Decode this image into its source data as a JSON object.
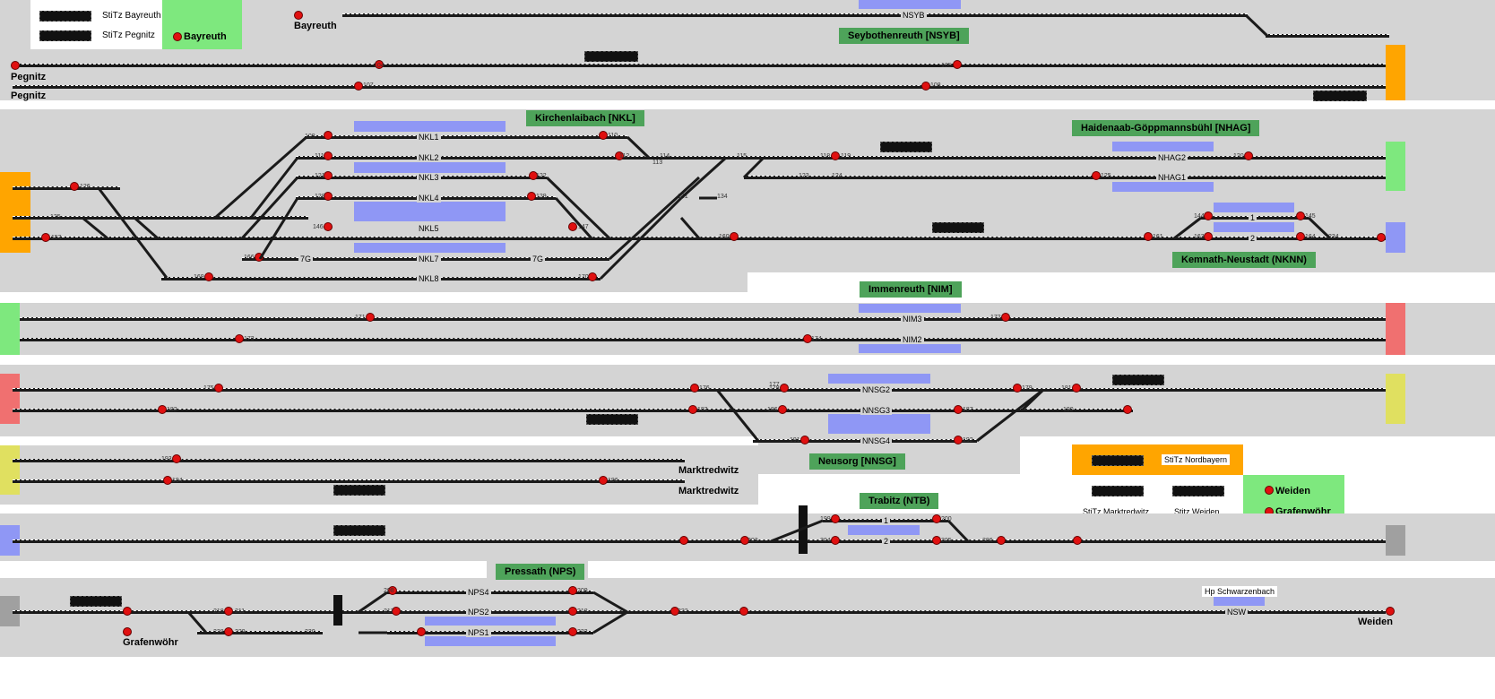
{
  "legend_top": {
    "items": [
      "StiTz Bayreuth",
      "StiTz Pegnitz"
    ],
    "station": "Bayreuth"
  },
  "legend_bottom": {
    "nordbayern": "StiTz Nordbayern",
    "marktredwitz": "StiTz Marktredwitz",
    "weiden": "Stitz Weiden",
    "stations": [
      "Weiden",
      "Grafenwöhr"
    ]
  },
  "stations": {
    "nsyb": "Seybothenreuth [NSYB]",
    "nkl": "Kirchenlaibach [NKL]",
    "nhag": "Haidenaab-Göppmannsbühl [NHAG]",
    "nknn": "Kemnath-Neustadt (NKNN)",
    "nim": "Immenreuth [NIM]",
    "nnsg": "Neusorg [NNSG]",
    "ntb": "Trabitz (NTB)",
    "nps": "Pressath (NPS)",
    "hp": "Hp Schwarzenbach"
  },
  "endpoints": {
    "bayreuth": "Bayreuth",
    "pegnitz1": "Pegnitz",
    "pegnitz2": "Pegnitz",
    "marktredwitz1": "Marktredwitz",
    "marktredwitz2": "Marktredwitz",
    "grafenwoehr": "Grafenwöhr",
    "weiden": "Weiden"
  },
  "track_labels": {
    "nsyb": "NSYB",
    "nkl1": "NKL1",
    "nkl2": "NKL2",
    "nkl3": "NKL3",
    "nkl4": "NKL4",
    "nkl5": "NKL5",
    "nkl7": "NKL7",
    "nkl8": "NKL8",
    "g7a": "7G",
    "g7b": "7G",
    "nhag2": "NHAG2",
    "nhag1": "NHAG1",
    "nknn1": "1",
    "nknn2": "2",
    "nim3": "NIM3",
    "nim2": "NIM2",
    "nnsg2": "NNSG2",
    "nnsg3": "NNSG3",
    "nnsg4": "NNSG4",
    "ntb1": "1",
    "ntb2": "2",
    "nps4": "NPS4",
    "nps2": "NPS2",
    "nps1": "NPS1",
    "nsw": "NSW"
  },
  "signal_numbers": {
    "s104": "104",
    "s105": "105",
    "s107": "107",
    "s108": "108",
    "s109": "109",
    "s110": "110",
    "s111": "111",
    "s112": "112",
    "s113": "113",
    "s114": "114",
    "s115": "115",
    "s118": "118",
    "s119": "119",
    "s120": "120",
    "s121": "121",
    "s122": "122",
    "s123": "123",
    "s124": "124",
    "s125": "125",
    "s126": "126",
    "s128": "128",
    "s129": "129",
    "s131": "131",
    "s134": "134",
    "s135": "135",
    "s144": "144",
    "s145": "145",
    "s146": "146",
    "s147": "147",
    "s153": "153",
    "s160": "160",
    "s161": "161",
    "s163": "163",
    "s164": "164",
    "s166": "166",
    "s169": "169",
    "s170": "170",
    "s171": "171",
    "s172": "172",
    "s173": "173",
    "s174": "174",
    "s175": "175",
    "s176": "176",
    "s177": "177",
    "s178": "178",
    "s179": "179",
    "s181": "181",
    "s182": "182",
    "s183": "183",
    "s186": "186",
    "s187": "187",
    "s190": "190",
    "s191": "191",
    "s192": "192",
    "s193": "193",
    "s194": "194",
    "s196": "196",
    "s199": "199",
    "s200": "200",
    "s203": "203",
    "s204": "204",
    "s205": "205",
    "s206": "206",
    "s208": "208",
    "s209": "209",
    "s210": "210",
    "s211": "211",
    "s217": "217",
    "s218": "218",
    "s222": "222",
    "s228": "228",
    "s229": "229",
    "s230": "230",
    "s233": "233",
    "s234": "234"
  },
  "colors": {
    "band": "#d4d4d4",
    "track": "#1a1a1a",
    "station_label": "#4ea35a",
    "platform": "#8f97f5",
    "orange": "#ffa500",
    "green_edge": "#7ee87e",
    "blue_edge": "#8f97f5",
    "red_edge": "#f07070",
    "yellow_edge": "#e0e060",
    "grey_edge": "#a0a0a0",
    "signal_red": "#e01010"
  }
}
